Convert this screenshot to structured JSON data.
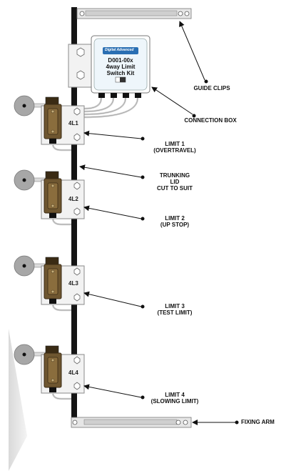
{
  "connection_box": {
    "logo": "Digital Advanced",
    "model": "D001-00x",
    "line2": "4way Limit",
    "line3": "Switch Kit"
  },
  "labels": {
    "guide_clips": "GUIDE CLIPS",
    "connection_box": "CONNECTION BOX",
    "limit1_title": "LIMIT 1",
    "limit1_sub": "(OVERTRAVEL)",
    "trunking_1": "TRUNKING",
    "trunking_2": "LID",
    "trunking_3": "CUT TO SUIT",
    "limit2_title": "LIMIT 2",
    "limit2_sub": "(UP STOP)",
    "limit3_title": "LIMIT 3",
    "limit3_sub": "(TEST LIMIT)",
    "limit4_title": "LIMIT 4",
    "limit4_sub": "(SLOWING LIMIT)",
    "fixing_arm": "FIXING ARM"
  },
  "switches": [
    "4L1",
    "4L2",
    "4L3",
    "4L4"
  ],
  "colors": {
    "rail": "#141414",
    "plate": "#f2f2f2",
    "plate_stroke": "#8a8a8a",
    "roller": "#a7a7a7",
    "switch_body": "#6e5630",
    "switch_dark": "#3a2b14",
    "cable": "#d0d0d0",
    "box_face": "#eef6fb",
    "logo_bg": "#2a6fb3"
  }
}
